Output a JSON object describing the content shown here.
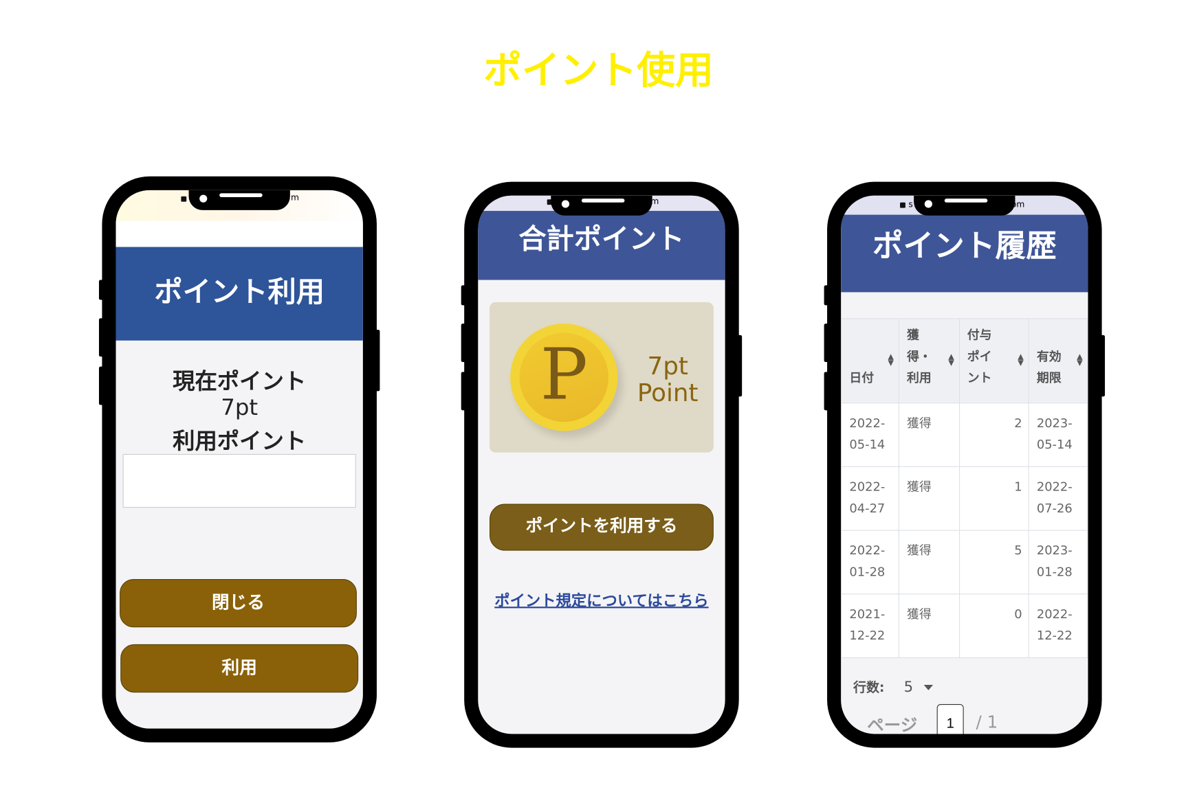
{
  "page_title": "ポイント使用",
  "colors": {
    "title": "#ffef00",
    "header_blue": "#2e5499",
    "header_blue_2": "#3e5597",
    "button_brown": "#8a6109",
    "button_brown_2": "#7a5e1a",
    "link": "#2c4a9c",
    "card_bg": "#dfd9c7"
  },
  "phone1": {
    "status_text": "m",
    "header": "ポイント利用",
    "current_label": "現在ポイント",
    "current_value": "7pt",
    "use_label": "利用ポイント",
    "input_value": "",
    "close_button": "閉じる",
    "use_button": "利用"
  },
  "phone2": {
    "status_text": "m",
    "header": "合計ポイント",
    "coin_letter": "P",
    "points": "7pt",
    "points_unit": "Point",
    "use_button": "ポイントを利用する",
    "rules_link": "ポイント規定についてはこちら"
  },
  "phone3": {
    "status_left": "s",
    "status_right": "om",
    "header": "ポイント履歴",
    "columns": [
      "日付",
      "獲得・利用",
      "付与ポイント",
      "有効期限"
    ],
    "column_lines": [
      [
        "日付"
      ],
      [
        "獲",
        "得・",
        "利用"
      ],
      [
        "付与",
        "ポイ",
        "ント"
      ],
      [
        "有効",
        "期限"
      ]
    ],
    "rows": [
      {
        "date": [
          "2022-",
          "05-14"
        ],
        "type": "獲得",
        "points": "2",
        "expiry": [
          "2023-",
          "05-14"
        ]
      },
      {
        "date": [
          "2022-",
          "04-27"
        ],
        "type": "獲得",
        "points": "1",
        "expiry": [
          "2022-",
          "07-26"
        ]
      },
      {
        "date": [
          "2022-",
          "01-28"
        ],
        "type": "獲得",
        "points": "5",
        "expiry": [
          "2023-",
          "01-28"
        ]
      },
      {
        "date": [
          "2021-",
          "12-22"
        ],
        "type": "獲得",
        "points": "0",
        "expiry": [
          "2022-",
          "12-22"
        ]
      }
    ],
    "rows_label": "行数:",
    "rows_value": "5",
    "page_label": "ページ",
    "page_value": "1",
    "page_total": "/ 1"
  }
}
